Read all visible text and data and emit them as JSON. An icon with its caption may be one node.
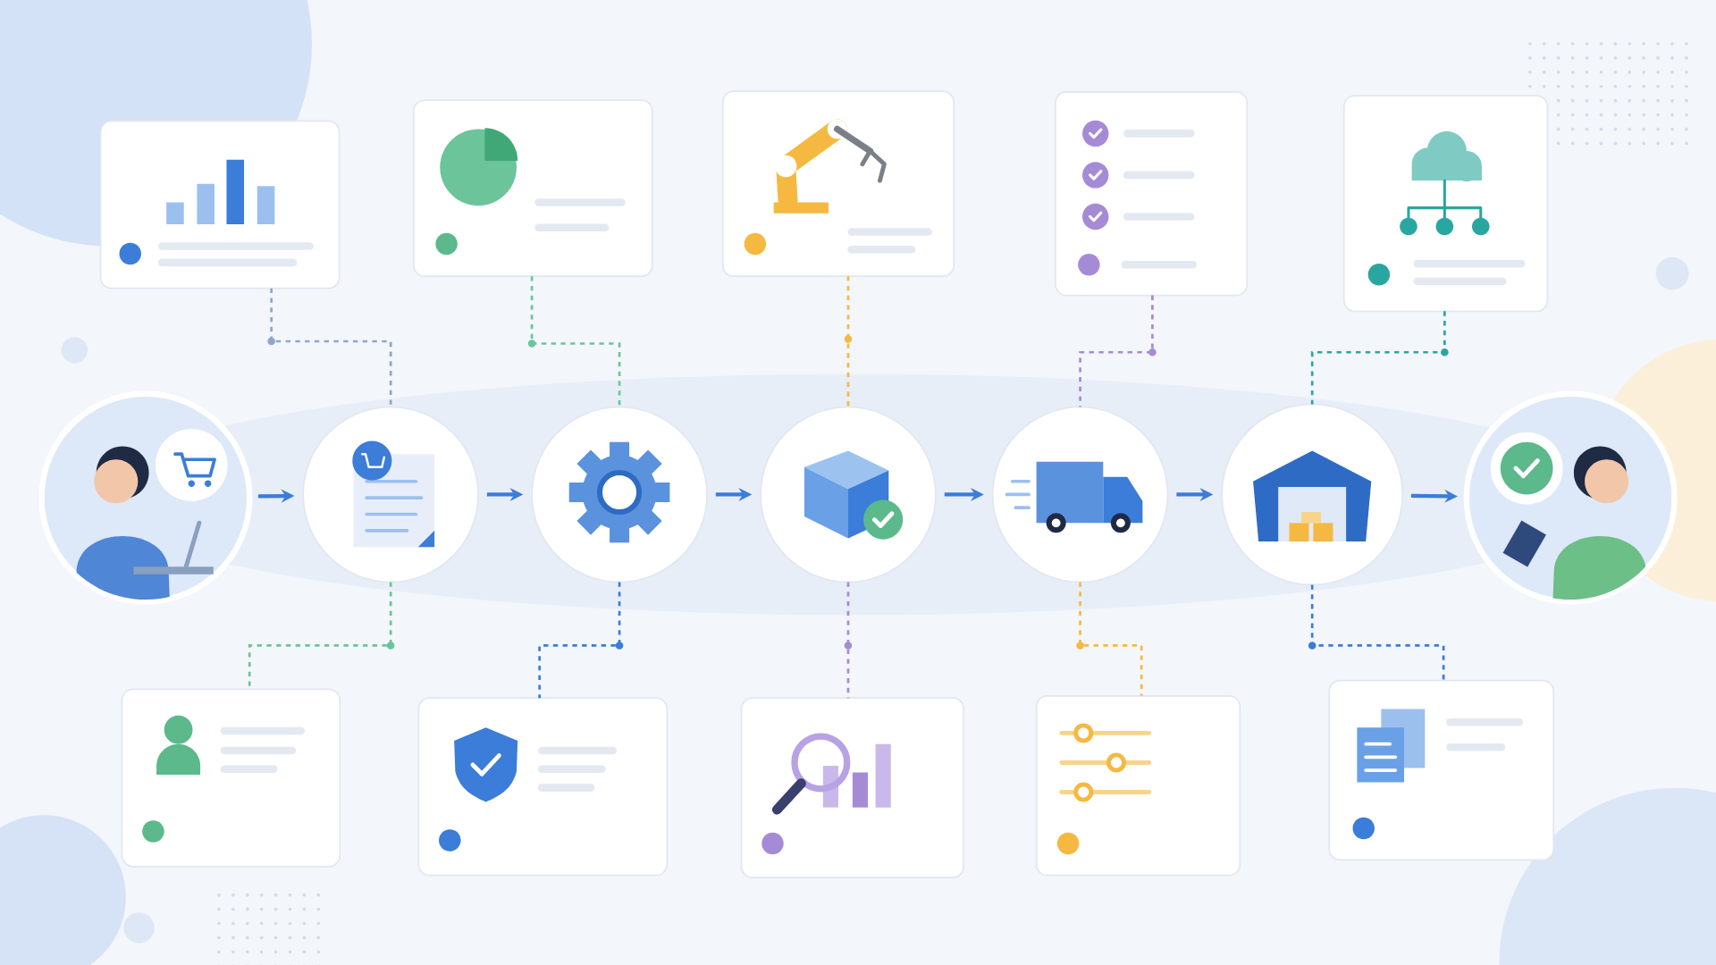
{
  "diagram": {
    "nodes": [
      {
        "text": [],
        "shape": "box"
      },
      {
        "text": [],
        "shape": "box"
      },
      {
        "text": [],
        "shape": "box"
      },
      {
        "text": [],
        "shape": "box"
      },
      {
        "text": [],
        "shape": "box"
      },
      {
        "text": [],
        "shape": "circle"
      },
      {
        "text": [],
        "shape": "circle"
      },
      {
        "text": [],
        "shape": "circle"
      },
      {
        "text": [],
        "shape": "circle"
      },
      {
        "text": [],
        "shape": "circle"
      },
      {
        "text": [],
        "shape": "circle"
      },
      {
        "text": [],
        "shape": "circle"
      },
      {
        "text": [],
        "shape": "box"
      },
      {
        "text": [],
        "shape": "box"
      },
      {
        "text": [],
        "shape": "box"
      },
      {
        "text": [],
        "shape": "box"
      },
      {
        "text": [],
        "shape": "box"
      }
    ],
    "edges": [
      {
        "from": 5,
        "to": 6,
        "arrow": "to",
        "color": "#3b7dd8"
      },
      {
        "from": 6,
        "to": 7,
        "arrow": "to",
        "color": "#3b7dd8"
      },
      {
        "from": 7,
        "to": 8,
        "arrow": "to",
        "color": "#3b7dd8"
      },
      {
        "from": 8,
        "to": 9,
        "arrow": "to",
        "color": "#3b7dd8"
      },
      {
        "from": 9,
        "to": 10,
        "arrow": "to",
        "color": "#3b7dd8"
      },
      {
        "from": 10,
        "to": 11,
        "arrow": "to",
        "color": "#3b7dd8"
      },
      {
        "from": 0,
        "to": 6,
        "arrow": "none",
        "style": "dashed",
        "color": "#8fa6c6"
      },
      {
        "from": 1,
        "to": 7,
        "arrow": "none",
        "style": "dashed",
        "color": "#6cc49a"
      },
      {
        "from": 2,
        "to": 8,
        "arrow": "none",
        "style": "dashed",
        "color": "#f5b942"
      },
      {
        "from": 3,
        "to": 9,
        "arrow": "none",
        "style": "dashed",
        "color": "#a58bd6"
      },
      {
        "from": 4,
        "to": 10,
        "arrow": "none",
        "style": "dashed",
        "color": "#2aa6a0"
      },
      {
        "from": 6,
        "to": 12,
        "arrow": "none",
        "style": "dashed",
        "color": "#6cc49a"
      },
      {
        "from": 7,
        "to": 13,
        "arrow": "none",
        "style": "dashed",
        "color": "#3b7dd8"
      },
      {
        "from": 8,
        "to": 14,
        "arrow": "none",
        "style": "dashed",
        "color": "#a58bd6"
      },
      {
        "from": 9,
        "to": 15,
        "arrow": "none",
        "style": "dashed",
        "color": "#f5b942"
      },
      {
        "from": 10,
        "to": 16,
        "arrow": "none",
        "style": "dashed",
        "color": "#3b7dd8"
      }
    ]
  }
}
